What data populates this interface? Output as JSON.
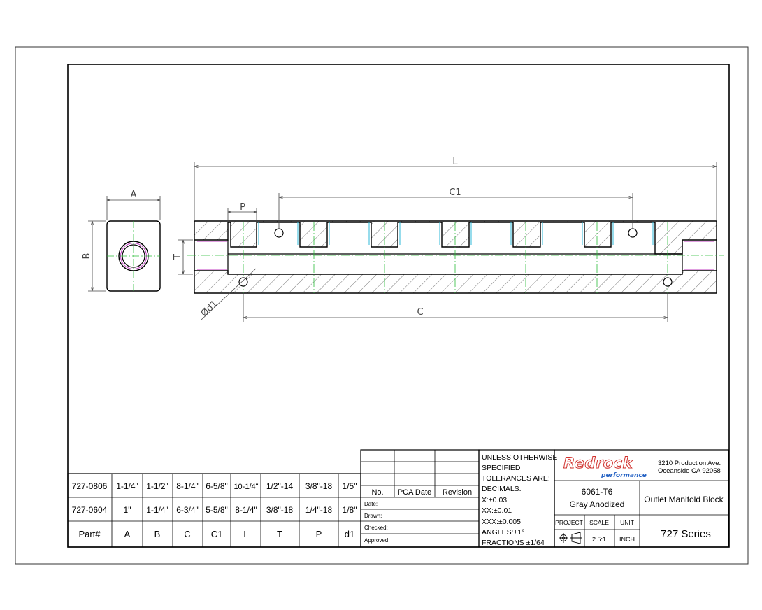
{
  "dimensions": {
    "A": "A",
    "B": "B",
    "L": "L",
    "C1": "C1",
    "P": "P",
    "T": "T",
    "C": "C",
    "d1": "Ød1"
  },
  "part_table": {
    "rows": [
      [
        "727-0806",
        "1-1/4\"",
        "1-1/2\"",
        "8-1/4\"",
        "6-5/8\"",
        "10-1/4\"",
        "1/2\"-14",
        "3/8\"-18",
        "1/5\""
      ],
      [
        "727-0604",
        "1\"",
        "1-1/4\"",
        "6-3/4\"",
        "5-5/8\"",
        "8-1/4\"",
        "3/8\"-18",
        "1/4\"-18",
        "1/8\""
      ],
      [
        "Part#",
        "A",
        "B",
        "C",
        "C1",
        "L",
        "T",
        "P",
        "d1"
      ]
    ]
  },
  "revision_block": {
    "headers": [
      "No.",
      "PCA Date",
      "Revision"
    ],
    "signoffs": [
      "Date:",
      "Drawn:",
      "Checked:",
      "Approved:"
    ]
  },
  "tolerances": [
    "UNLESS OTHERWISE",
    "SPECIFIED",
    "TOLERANCES ARE:",
    "DECIMALS.",
    "X:±0.03",
    "XX:±0.01",
    "XXX:±0.005",
    "ANGLES:±1°",
    "FRACTIONS ±1/64"
  ],
  "company": {
    "logo": "Redrock",
    "logo_sub": "performance",
    "address_line1": "3210 Production Ave.",
    "address_line2": "Oceanside CA 92058",
    "logo_color": "#d0312d"
  },
  "material": {
    "line1": "6061-T6",
    "line2": "Gray Anodized"
  },
  "title": "Outlet Manifold Block",
  "series": "727 Series",
  "projection": {
    "project_label": "PROJECT",
    "scale_label": "SCALE",
    "unit_label": "UNIT",
    "scale": "2.5:1",
    "unit": "INCH"
  }
}
